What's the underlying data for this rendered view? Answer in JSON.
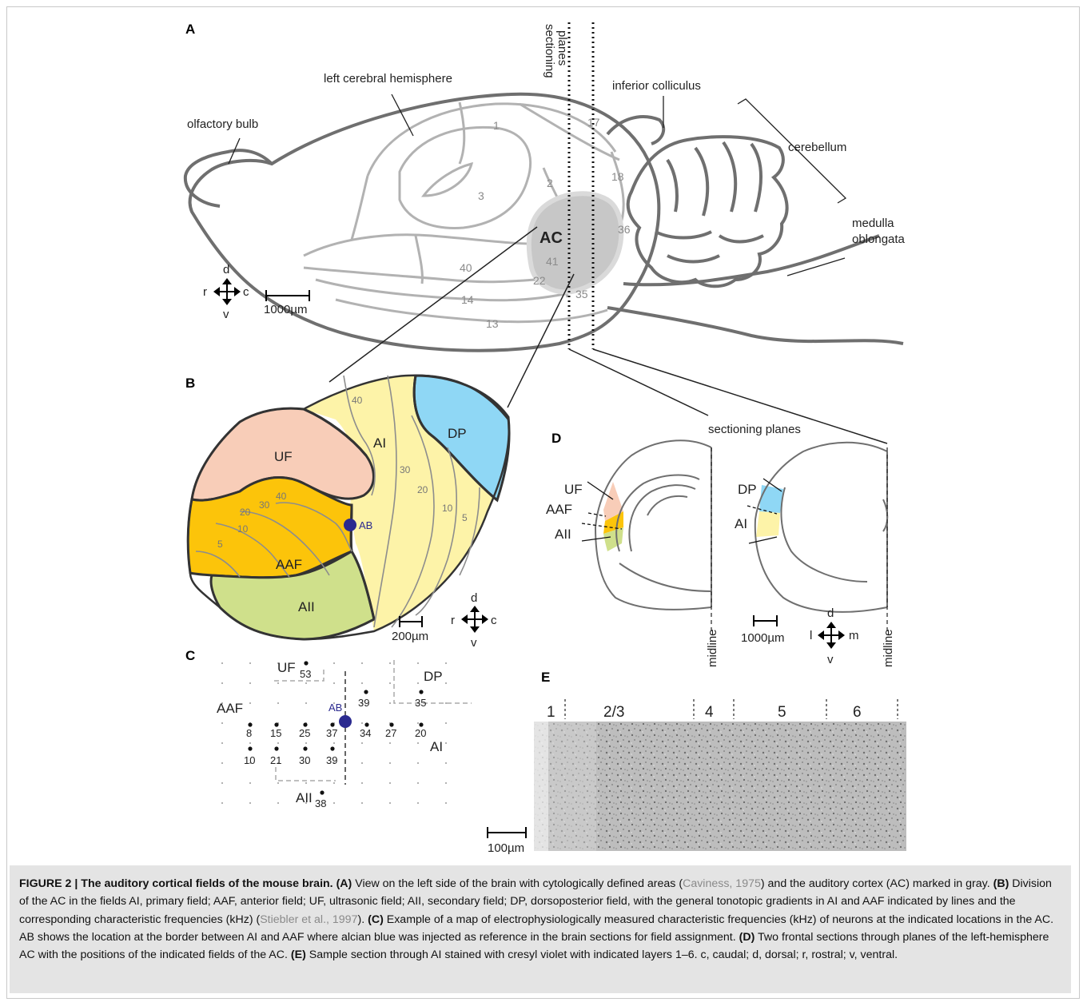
{
  "panelA": {
    "letter": "A",
    "labels": {
      "olfactory_bulb": "olfactory bulb",
      "left_hemisphere": "left cerebral hemisphere",
      "sectioning_planes": [
        "sectioning",
        "planes"
      ],
      "inferior_colliculus": "inferior colliculus",
      "cerebellum": "cerebellum",
      "medulla": [
        "medulla",
        "oblongata"
      ]
    },
    "areas": [
      "1",
      "2",
      "3",
      "17",
      "18",
      "36",
      "40",
      "41",
      "22",
      "14",
      "35",
      "13"
    ],
    "ac_label": "AC",
    "orientation": {
      "d": "d",
      "v": "v",
      "r": "r",
      "c": "c"
    },
    "scale": "1000µm"
  },
  "panelB": {
    "letter": "B",
    "fields": {
      "uf": "UF",
      "ai": "AI",
      "dp": "DP",
      "aaf": "AAF",
      "aii": "AII"
    },
    "ai_isolines": [
      "40",
      "30",
      "20",
      "10",
      "5"
    ],
    "aaf_isolines": [
      "40",
      "30",
      "20",
      "10",
      "5"
    ],
    "ab": "AB",
    "orientation": {
      "d": "d",
      "v": "v",
      "r": "r",
      "c": "c"
    },
    "scale": "200µm",
    "colors": {
      "uf": "#f8cdb8",
      "ai": "#fdf3a8",
      "dp": "#8fd7f5",
      "aaf": "#fcc40a",
      "aii": "#cfe08b"
    }
  },
  "panelC": {
    "letter": "C",
    "fields": {
      "uf": "UF",
      "dp": "DP",
      "aaf": "AAF",
      "ai": "AI",
      "aii": "AII"
    },
    "ab": "AB",
    "values": {
      "uf": "53",
      "dp": "35",
      "top": "39",
      "aii": "38",
      "row1": [
        "8",
        "15",
        "25",
        "37",
        "34",
        "27",
        "20"
      ],
      "row2": [
        "10",
        "21",
        "30",
        "39"
      ]
    }
  },
  "panelD": {
    "letter": "D",
    "title": "sectioning planes",
    "left_fields": [
      "UF",
      "AAF",
      "AII"
    ],
    "right_fields": [
      "DP",
      "AI"
    ],
    "midline": "midline",
    "orientation": {
      "d": "d",
      "v": "v",
      "l": "l",
      "m": "m"
    },
    "scale": "1000µm"
  },
  "panelE": {
    "letter": "E",
    "layers": [
      "1",
      "2/3",
      "4",
      "5",
      "6"
    ],
    "scale": "100µm"
  },
  "caption": {
    "title": "FIGURE 2 | The auditory cortical fields of the mouse brain.",
    "a_label": "(A)",
    "a_text1": "View on the left side of the brain with cytologically defined areas (",
    "a_cite": "Caviness, 1975",
    "a_text2": ") and the auditory cortex (AC) marked in gray.",
    "b_label": "(B)",
    "b_text1": "Division of the AC in the fields AI, primary field; AAF, anterior field; UF, ultrasonic field; AII, secondary field; DP, dorsoposterior field, with the general tonotopic gradients in AI and AAF indicated by lines and the corresponding characteristic frequencies (kHz) (",
    "b_cite": "Stiebler et al., 1997",
    "b_text2": ").",
    "c_label": "(C)",
    "c_text": "Example of a map of electrophysiologically measured characteristic frequencies (kHz) of neurons at the indicated locations in the AC. AB shows the location at the border between AI and AAF where alcian blue was injected as reference in the brain sections for field assignment.",
    "d_label": "(D)",
    "d_text": "Two frontal sections through planes of the left-hemisphere AC with the positions of the indicated fields of the AC.",
    "e_label": "(E)",
    "e_text": "Sample section through AI stained with cresyl violet with indicated layers 1–6. c, caudal; d, dorsal; r, rostral; v, ventral."
  }
}
